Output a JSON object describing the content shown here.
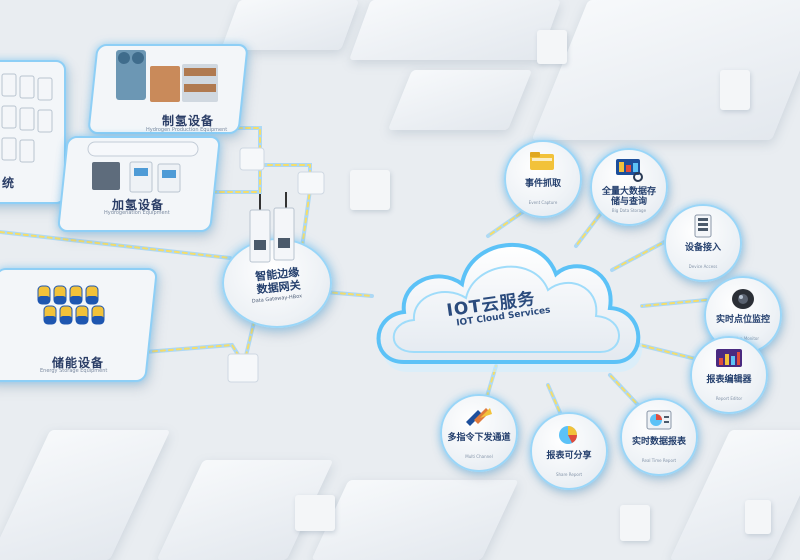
{
  "colors": {
    "accent_glow": "#8ecff6",
    "text_dark_blue": "#25406e",
    "connector_yellow": "#f5dd6a",
    "background": "#e9edf1"
  },
  "panels": {
    "hydrogen_production": {
      "title": "制氢设备",
      "subtitle": "Hydrogen Production Equipment"
    },
    "hydrogenation": {
      "title": "加氢设备",
      "subtitle": "Hydrogenation Equipment"
    },
    "energy_storage": {
      "title": "储能设备",
      "subtitle": "Energy Storage Equipment"
    },
    "left_cut": {
      "title": "统"
    }
  },
  "gateway": {
    "title_line1": "智能边缘",
    "title_line2": "数据网关",
    "subtitle": "Data Gateway-HBox"
  },
  "cloud": {
    "title": "IOT云服务",
    "subtitle": "IOT Cloud Services"
  },
  "nodes": [
    {
      "key": "event",
      "label": "事件抓取",
      "sub": "Event Capture",
      "icon": "folder-icon"
    },
    {
      "key": "bigdata",
      "label": "全量大数据存储与查询",
      "sub": "Big Data Storage",
      "icon": "monitor-chart-icon"
    },
    {
      "key": "device",
      "label": "设备接入",
      "sub": "Device Access",
      "icon": "server-panel-icon"
    },
    {
      "key": "monitor",
      "label": "实时点位监控",
      "sub": "Position Monitor",
      "icon": "camera-icon"
    },
    {
      "key": "editor",
      "label": "报表编辑器",
      "sub": "Report Editor",
      "icon": "bar-chart-icon"
    },
    {
      "key": "realtime",
      "label": "实时数据报表",
      "sub": "Real Time Report",
      "icon": "pie-chart-icon"
    },
    {
      "key": "share",
      "label": "报表可分享",
      "sub": "Share Report",
      "icon": "pie-slice-icon"
    },
    {
      "key": "command",
      "label": "多指令下发通道",
      "sub": "Multi Channel",
      "icon": "arrows-icon"
    }
  ]
}
